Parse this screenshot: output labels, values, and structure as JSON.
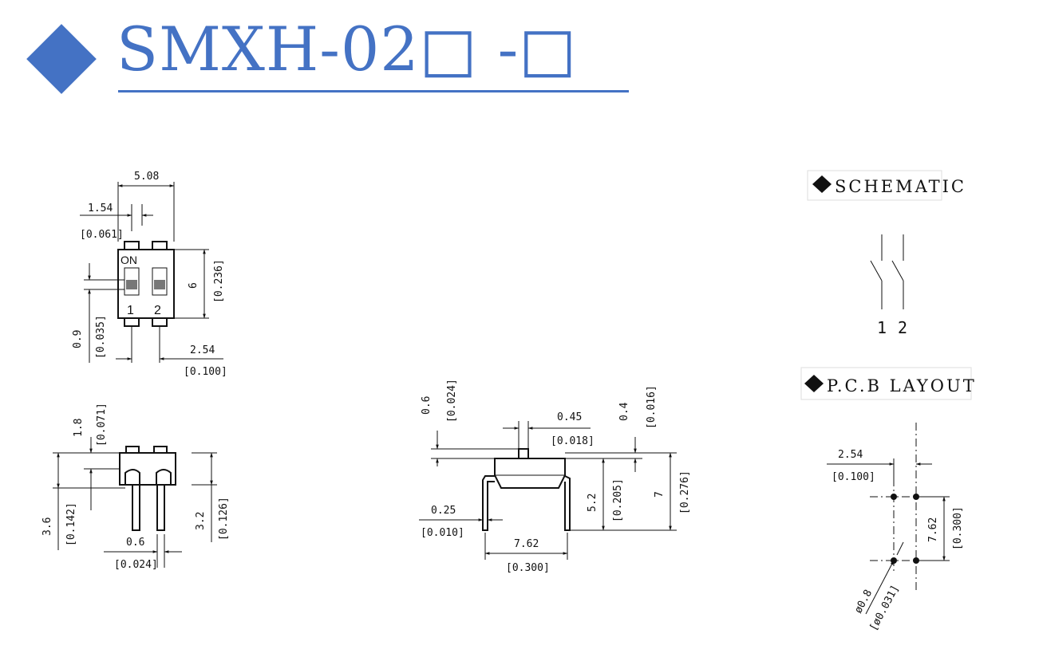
{
  "title": {
    "part_number": "SMXH-02□ -□"
  },
  "top_view": {
    "width": "5.08",
    "pitch_offset": "1.54",
    "pitch_offset_in": "[0.061]",
    "height": "6",
    "height_in": "[0.236]",
    "actuator": "0.9",
    "actuator_in": "[0.035]",
    "pitch": "2.54",
    "pitch_in": "[0.100]",
    "on_label": "ON",
    "switch_1": "1",
    "switch_2": "2"
  },
  "side_view": {
    "top": "1.8",
    "top_in": "[0.071]",
    "total": "3.6",
    "total_in": "[0.142]",
    "pin_length": "3.2",
    "pin_length_in": "[0.126]",
    "pin_width": "0.6",
    "pin_width_in": "[0.024]"
  },
  "front_view": {
    "act_height": "0.6",
    "act_height_in": "[0.024]",
    "act_width": "0.45",
    "act_width_in": "[0.018]",
    "top_gap": "0.4",
    "top_gap_in": "[0.016]",
    "body_height": "5.2",
    "body_height_in": "[0.205]",
    "overall": "7",
    "overall_in": "[0.276]",
    "lead": "0.25",
    "lead_in": "[0.010]",
    "row_spacing": "7.62",
    "row_spacing_in": "[0.300]"
  },
  "schematic": {
    "heading": "SCHEMATIC",
    "label_1": "1",
    "label_2": "2"
  },
  "pcb_layout": {
    "heading": "P.C.B LAYOUT",
    "pitch": "2.54",
    "pitch_in": "[0.100]",
    "row": "7.62",
    "row_in": "[0.300]",
    "hole": "ø0.8",
    "hole_in": "[ø0.031]"
  },
  "colors": {
    "accent": "#4472c4",
    "line": "#111111"
  }
}
